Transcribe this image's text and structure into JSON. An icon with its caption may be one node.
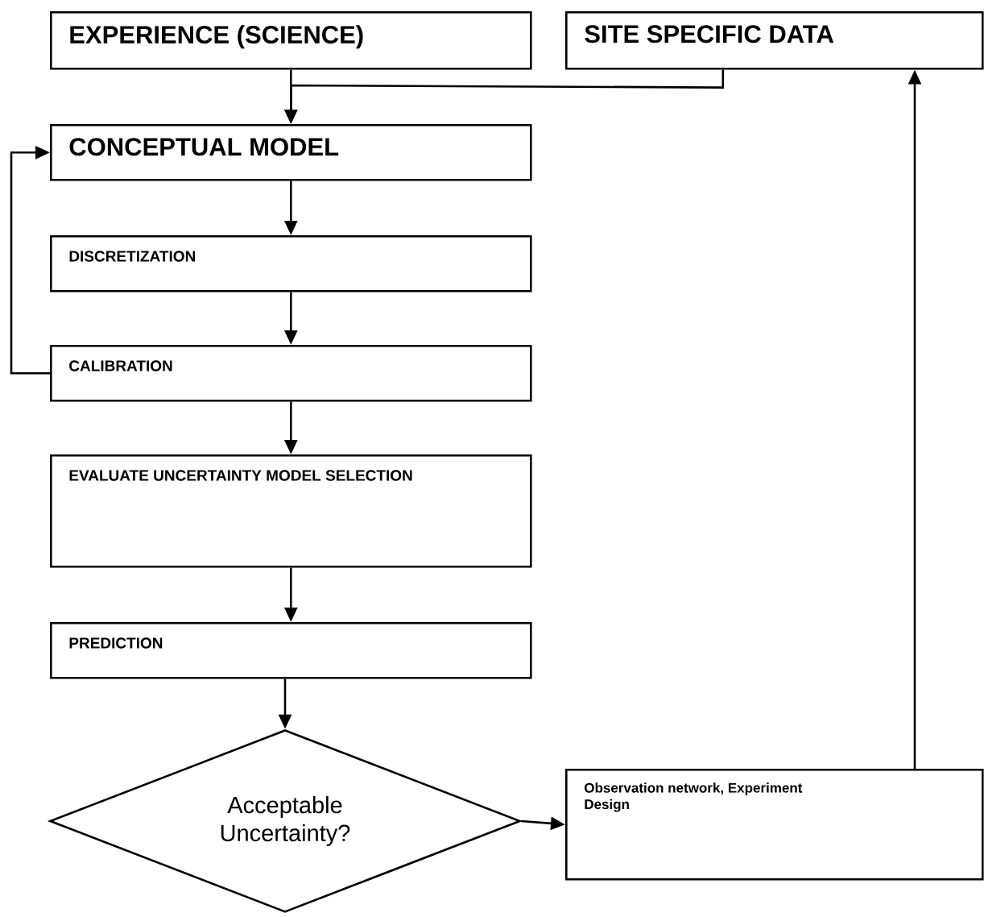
{
  "diagram": {
    "nodes": [
      {
        "text": [
          "EXPERIENCE (SCIENCE)"
        ]
      },
      {
        "text": [
          "SITE SPECIFIC DATA"
        ]
      },
      {
        "text": [
          "CONCEPTUAL MODEL"
        ]
      },
      {
        "text": [
          "DISCRETIZATION"
        ]
      },
      {
        "text": [
          "CALIBRATION"
        ]
      },
      {
        "text": [
          "EVALUATE UNCERTAINTY MODEL SELECTION"
        ]
      },
      {
        "text": [
          "PREDICTION"
        ]
      },
      {
        "text": [
          "Acceptable Uncertainty?"
        ]
      },
      {
        "text": [
          "Observation network, Experiment Design"
        ]
      }
    ],
    "edges": [
      {
        "from": 0,
        "to": 2,
        "arrow": "to"
      },
      {
        "from": 1,
        "to": 2,
        "arrow": "to"
      },
      {
        "from": 2,
        "to": 3,
        "arrow": "to"
      },
      {
        "from": 3,
        "to": 4,
        "arrow": "to"
      },
      {
        "from": 4,
        "to": 2,
        "arrow": "to"
      },
      {
        "from": 4,
        "to": 5,
        "arrow": "to"
      },
      {
        "from": 5,
        "to": 6,
        "arrow": "to"
      },
      {
        "from": 6,
        "to": 7,
        "arrow": "to"
      },
      {
        "from": 7,
        "to": 8,
        "arrow": "to"
      },
      {
        "from": 8,
        "to": 1,
        "arrow": "to"
      }
    ]
  }
}
